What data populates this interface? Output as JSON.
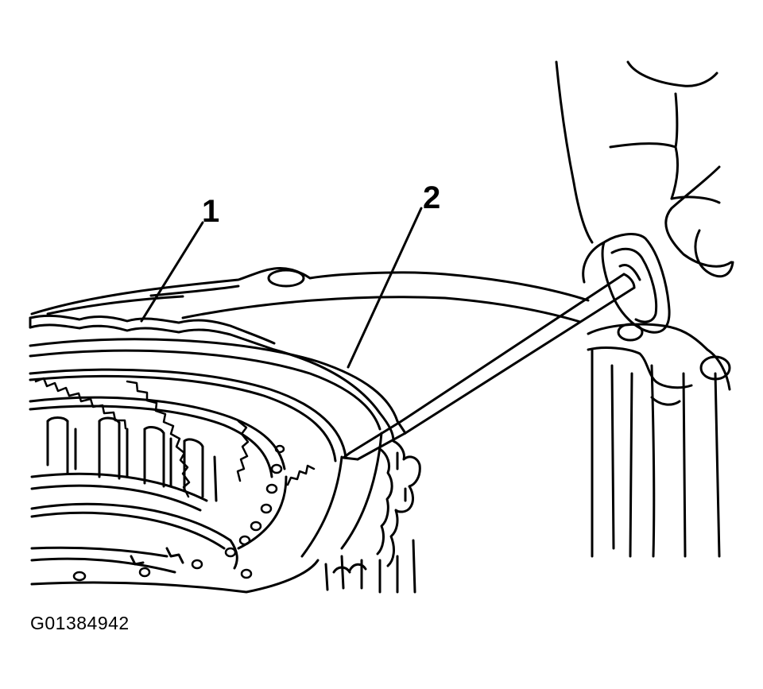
{
  "callouts": {
    "one": "1",
    "two": "2"
  },
  "figure_id": "G01384942",
  "colors": {
    "ink": "#000000",
    "paper": "#ffffff"
  }
}
